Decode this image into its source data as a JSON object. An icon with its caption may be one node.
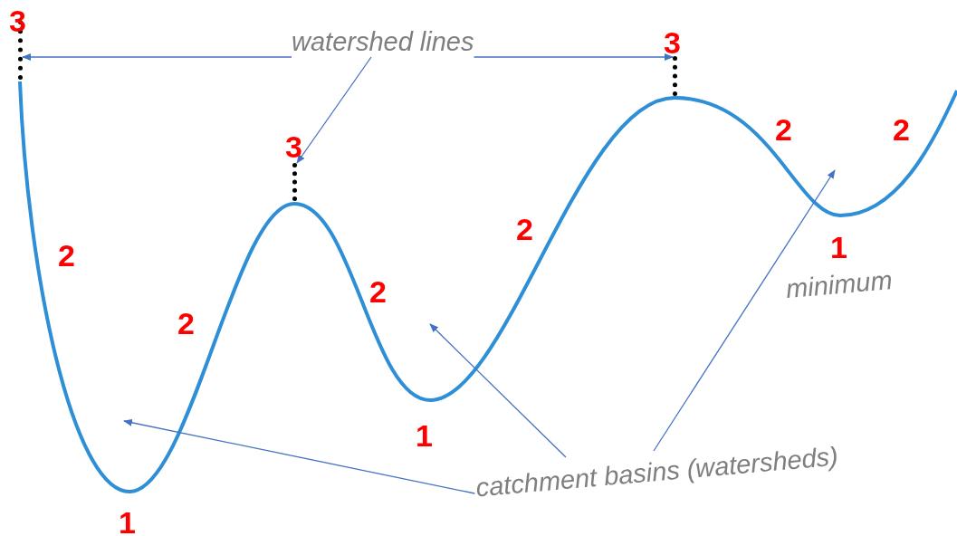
{
  "diagram": {
    "nodes": [
      {
        "text": [
          "watershed lines"
        ]
      },
      {
        "text": [],
        "shape": "line"
      },
      {
        "text": [],
        "shape": "line"
      },
      {
        "text": [],
        "shape": "line"
      },
      {
        "text": [
          "catchment basins (watersheds)"
        ]
      }
    ],
    "edges": [
      {
        "from": 0,
        "to": 1,
        "arrow": "to"
      },
      {
        "from": 0,
        "to": 2,
        "arrow": "to"
      },
      {
        "from": 0,
        "to": 3,
        "arrow": "to"
      },
      {
        "from": 4,
        "to": null,
        "arrow": "to"
      },
      {
        "from": 4,
        "to": null,
        "arrow": "to"
      },
      {
        "from": 4,
        "to": null,
        "arrow": "to"
      }
    ],
    "labels": [
      "3",
      "3",
      "2",
      "2",
      "3",
      "2",
      "1",
      "2",
      "minimum",
      "2",
      "2",
      "1",
      "1"
    ]
  }
}
